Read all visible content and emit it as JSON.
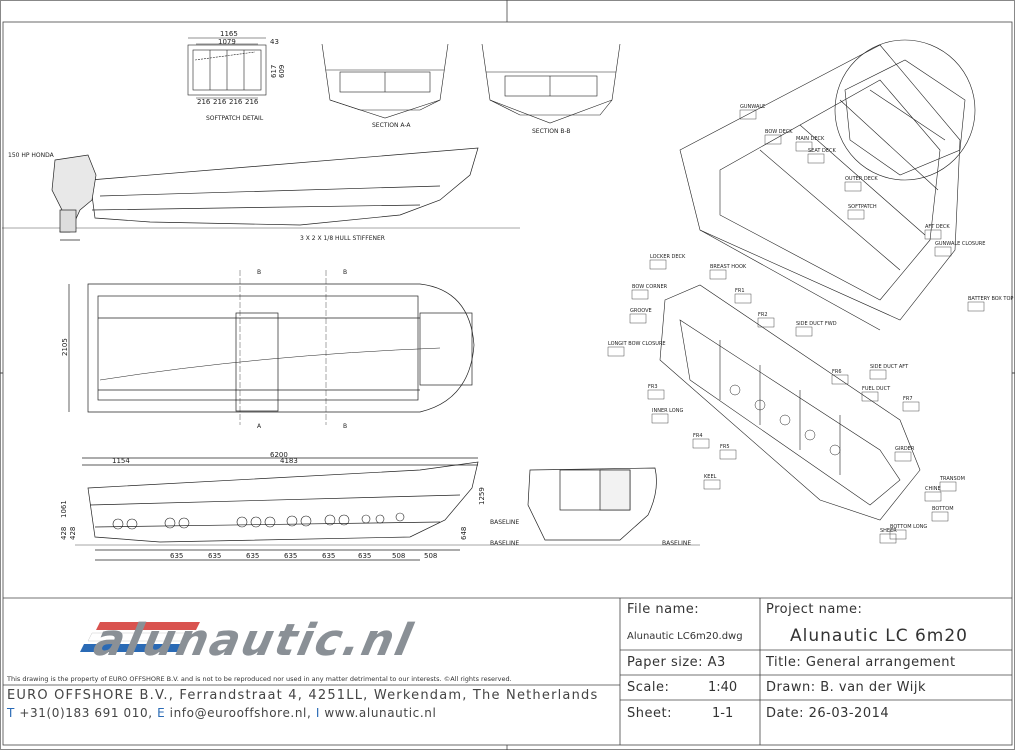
{
  "titleblock": {
    "file_name_label": "File name:",
    "file_name": "Alunautic LC6m20.dwg",
    "project_name_label": "Project name:",
    "project_name": "Alunautic LC 6m20",
    "paper_size": "Paper size: A3",
    "title": "Title:  General arrangement",
    "scale_label": "Scale:",
    "scale": "1:40",
    "drawn": "Drawn: B. van der Wijk",
    "sheet_label": "Sheet:",
    "sheet": "1-1",
    "date": "Date:  26-03-2014"
  },
  "company": {
    "logo": "alunautic.nl",
    "disclaimer": "This drawing is the property of EURO OFFSHORE B.V. and is not to be reproduced nor used in any matter detrimental to our interests. ©All rights reserved.",
    "address": "EURO OFFSHORE B.V., Ferrandstraat 4, 4251LL, Werkendam, The Netherlands",
    "phone_prefix": "T",
    "phone": "+31(0)183 691 010,",
    "email_prefix": "E",
    "email": "info@eurooffshore.nl,",
    "web_prefix": "I",
    "web": "www.alunautic.nl",
    "stripe_colors": [
      "#d9534f",
      "#ffffff",
      "#2a6ab5"
    ]
  },
  "drawing": {
    "soft_patch_detail": "SOFTPATCH DETAIL",
    "section_aa": "SECTION A-A",
    "section_bb": "SECTION B-B",
    "engine": "150 HP HONDA",
    "hull_stiffener_note": "3 X 2 X 1/8 HULL STIFFENER",
    "baseline": "BASELINE",
    "dims_top": [
      "1165",
      "1079",
      "43"
    ],
    "dims_soft": [
      "216",
      "216",
      "216",
      "216"
    ],
    "dims_side": [
      "617",
      "609"
    ],
    "beam": "2105",
    "length": "6200",
    "len_1154": "1154",
    "len_4183": "4183",
    "frame_spacing": [
      "635",
      "635",
      "635",
      "635",
      "635",
      "635",
      "508",
      "508"
    ],
    "heights": [
      "1061",
      "428",
      "428",
      "1259",
      "648"
    ],
    "section_a": "A",
    "section_b": "B",
    "iso_labels": [
      "GUNWALE",
      "BOW DECK",
      "MAIN DECK",
      "SEAT DECK",
      "OUTER DECK",
      "SOFTPATCH",
      "AFT DECK",
      "GUNWALE CLOSURE",
      "BATTERY BOX TOP",
      "LOCKER DECK",
      "BREAST HOOK",
      "BOW CORNER",
      "GROOVE",
      "LONGIT BOW CLOSURE",
      "SIDE DUCT FWD",
      "SIDE DUCT AFT",
      "FUEL DUCT",
      "INNER LONG",
      "KEEL",
      "CHINE",
      "BOTTOM",
      "TRANSOM",
      "GIRDER",
      "BOTTOM LONG",
      "SHEER",
      "FR1",
      "FR2",
      "FR3",
      "FR4",
      "FR5",
      "FR6",
      "FR7"
    ]
  }
}
